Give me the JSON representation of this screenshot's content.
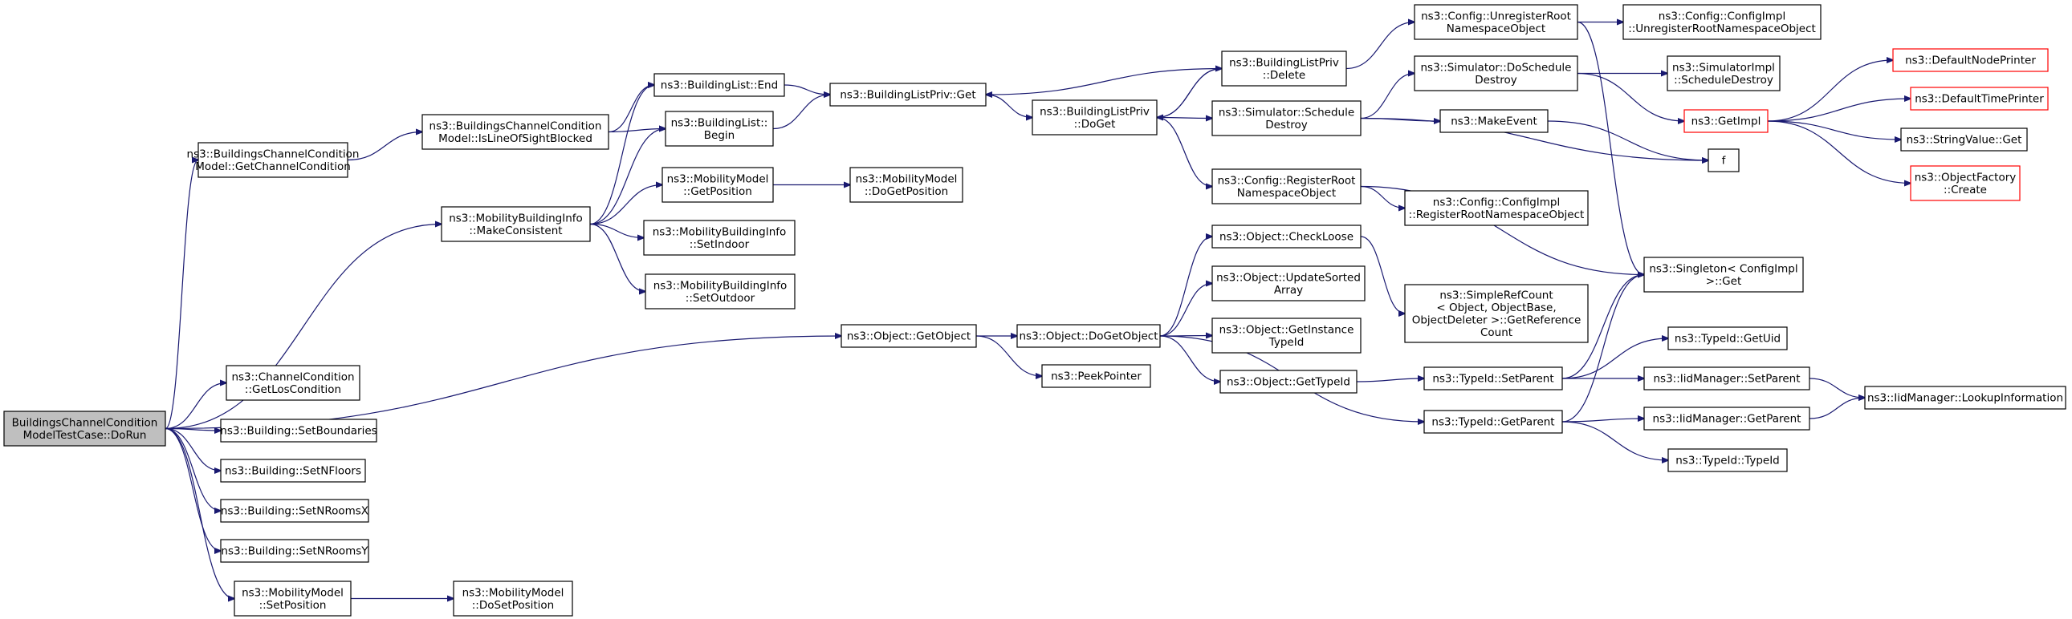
{
  "nodes": [
    {
      "id": "root",
      "lines": [
        "BuildingsChannelCondition",
        "ModelTestCase::DoRun"
      ]
    },
    {
      "id": "getChannelCondition",
      "lines": [
        "ns3::BuildingsChannelCondition",
        "Model::GetChannelCondition"
      ]
    },
    {
      "id": "isLineOfSightBlocked",
      "lines": [
        "ns3::BuildingsChannelCondition",
        "Model::IsLineOfSightBlocked"
      ]
    },
    {
      "id": "buildingListEnd",
      "lines": [
        "ns3::BuildingList::End"
      ]
    },
    {
      "id": "buildingListBegin",
      "lines": [
        "ns3::BuildingList::",
        "Begin"
      ]
    },
    {
      "id": "buildingListPrivGet",
      "lines": [
        "ns3::BuildingListPriv::Get"
      ]
    },
    {
      "id": "buildingListPrivDoGet",
      "lines": [
        "ns3::BuildingListPriv",
        "::DoGet"
      ]
    },
    {
      "id": "buildingListPrivDelete",
      "lines": [
        "ns3::BuildingListPriv",
        "::Delete"
      ]
    },
    {
      "id": "configUnregister",
      "lines": [
        "ns3::Config::UnregisterRoot",
        "NamespaceObject"
      ]
    },
    {
      "id": "configImplUnregister",
      "lines": [
        "ns3::Config::ConfigImpl",
        "::UnregisterRootNamespaceObject"
      ]
    },
    {
      "id": "simDoScheduleDestroy",
      "lines": [
        "ns3::Simulator::DoSchedule",
        "Destroy"
      ]
    },
    {
      "id": "simImplScheduleDestroy",
      "lines": [
        "ns3::SimulatorImpl",
        "::ScheduleDestroy"
      ]
    },
    {
      "id": "simScheduleDestroy",
      "lines": [
        "ns3::Simulator::Schedule",
        "Destroy"
      ]
    },
    {
      "id": "makeEvent",
      "lines": [
        "ns3::MakeEvent"
      ]
    },
    {
      "id": "f",
      "lines": [
        "f"
      ]
    },
    {
      "id": "getImpl",
      "lines": [
        "ns3::GetImpl"
      ]
    },
    {
      "id": "defaultNodePrinter",
      "lines": [
        "ns3::DefaultNodePrinter"
      ]
    },
    {
      "id": "defaultTimePrinter",
      "lines": [
        "ns3::DefaultTimePrinter"
      ]
    },
    {
      "id": "stringValueGet",
      "lines": [
        "ns3::StringValue::Get"
      ]
    },
    {
      "id": "objectFactoryCreate",
      "lines": [
        "ns3::ObjectFactory",
        "::Create"
      ]
    },
    {
      "id": "configRegister",
      "lines": [
        "ns3::Config::RegisterRoot",
        "NamespaceObject"
      ]
    },
    {
      "id": "configImplRegister",
      "lines": [
        "ns3::Config::ConfigImpl",
        "::RegisterRootNamespaceObject"
      ]
    },
    {
      "id": "singletonGet",
      "lines": [
        "ns3::Singleton< ConfigImpl",
        " >::Get"
      ]
    },
    {
      "id": "mobilityBuildingInfoMakeConsistent",
      "lines": [
        "ns3::MobilityBuildingInfo",
        "::MakeConsistent"
      ]
    },
    {
      "id": "mobilityModelGetPosition",
      "lines": [
        "ns3::MobilityModel",
        "::GetPosition"
      ]
    },
    {
      "id": "mobilityModelDoGetPosition",
      "lines": [
        "ns3::MobilityModel",
        "::DoGetPosition"
      ]
    },
    {
      "id": "setIndoor",
      "lines": [
        "ns3::MobilityBuildingInfo",
        "::SetIndoor"
      ]
    },
    {
      "id": "setOutdoor",
      "lines": [
        "ns3::MobilityBuildingInfo",
        "::SetOutdoor"
      ]
    },
    {
      "id": "objectCheckLoose",
      "lines": [
        "ns3::Object::CheckLoose"
      ]
    },
    {
      "id": "objectUpdateSortedArray",
      "lines": [
        "ns3::Object::UpdateSorted",
        "Array"
      ]
    },
    {
      "id": "simpleRefCount",
      "lines": [
        "ns3::SimpleRefCount",
        "< Object, ObjectBase,",
        " ObjectDeleter >::GetReference",
        "Count"
      ]
    },
    {
      "id": "objectGetObject",
      "lines": [
        "ns3::Object::GetObject"
      ]
    },
    {
      "id": "objectDoGetObject",
      "lines": [
        "ns3::Object::DoGetObject"
      ]
    },
    {
      "id": "objectGetInstanceTypeId",
      "lines": [
        "ns3::Object::GetInstance",
        "TypeId"
      ]
    },
    {
      "id": "objectGetTypeId",
      "lines": [
        "ns3::Object::GetTypeId"
      ]
    },
    {
      "id": "peekPointer",
      "lines": [
        "ns3::PeekPointer"
      ]
    },
    {
      "id": "typeIdSetParent",
      "lines": [
        "ns3::TypeId::SetParent"
      ]
    },
    {
      "id": "typeIdGetUid",
      "lines": [
        "ns3::TypeId::GetUid"
      ]
    },
    {
      "id": "iidManagerSetParent",
      "lines": [
        "ns3::IidManager::SetParent"
      ]
    },
    {
      "id": "iidManagerLookup",
      "lines": [
        "ns3::IidManager::LookupInformation"
      ]
    },
    {
      "id": "typeIdGetParent",
      "lines": [
        "ns3::TypeId::GetParent"
      ]
    },
    {
      "id": "iidManagerGetParent",
      "lines": [
        "ns3::IidManager::GetParent"
      ]
    },
    {
      "id": "typeIdTypeId",
      "lines": [
        "ns3::TypeId::TypeId"
      ]
    },
    {
      "id": "channelConditionGetLos",
      "lines": [
        "ns3::ChannelCondition",
        "::GetLosCondition"
      ]
    },
    {
      "id": "buildingSetBoundaries",
      "lines": [
        "ns3::Building::SetBoundaries"
      ]
    },
    {
      "id": "buildingSetNFloors",
      "lines": [
        "ns3::Building::SetNFloors"
      ]
    },
    {
      "id": "buildingSetNRoomsX",
      "lines": [
        "ns3::Building::SetNRoomsX"
      ]
    },
    {
      "id": "buildingSetNRoomsY",
      "lines": [
        "ns3::Building::SetNRoomsY"
      ]
    },
    {
      "id": "mobilityModelSetPosition",
      "lines": [
        "ns3::MobilityModel",
        "::SetPosition"
      ]
    },
    {
      "id": "mobilityModelDoSetPosition",
      "lines": [
        "ns3::MobilityModel",
        "::DoSetPosition"
      ]
    }
  ],
  "edges": [
    [
      "root",
      "getChannelCondition"
    ],
    [
      "root",
      "mobilityBuildingInfoMakeConsistent"
    ],
    [
      "root",
      "objectGetObject"
    ],
    [
      "root",
      "channelConditionGetLos"
    ],
    [
      "root",
      "buildingSetBoundaries"
    ],
    [
      "root",
      "buildingSetNFloors"
    ],
    [
      "root",
      "buildingSetNRoomsX"
    ],
    [
      "root",
      "buildingSetNRoomsY"
    ],
    [
      "root",
      "mobilityModelSetPosition"
    ],
    [
      "getChannelCondition",
      "isLineOfSightBlocked"
    ],
    [
      "isLineOfSightBlocked",
      "buildingListEnd"
    ],
    [
      "isLineOfSightBlocked",
      "buildingListBegin"
    ],
    [
      "buildingListEnd",
      "buildingListPrivGet"
    ],
    [
      "buildingListBegin",
      "buildingListPrivGet"
    ],
    [
      "buildingListPrivGet",
      "buildingListPrivDoGet"
    ],
    [
      "buildingListPrivDoGet",
      "buildingListPrivDelete"
    ],
    [
      "buildingListPrivDelete",
      "buildingListPrivDoGet"
    ],
    [
      "buildingListPrivDelete",
      "buildingListPrivGet"
    ],
    [
      "buildingListPrivDelete",
      "configUnregister"
    ],
    [
      "configUnregister",
      "configImplUnregister"
    ],
    [
      "configUnregister",
      "singletonGet"
    ],
    [
      "buildingListPrivDoGet",
      "simScheduleDestroy"
    ],
    [
      "buildingListPrivDoGet",
      "configRegister"
    ],
    [
      "simScheduleDestroy",
      "simDoScheduleDestroy"
    ],
    [
      "simScheduleDestroy",
      "makeEvent"
    ],
    [
      "simScheduleDestroy",
      "f"
    ],
    [
      "simDoScheduleDestroy",
      "simImplScheduleDestroy"
    ],
    [
      "simDoScheduleDestroy",
      "getImpl"
    ],
    [
      "makeEvent",
      "f"
    ],
    [
      "getImpl",
      "defaultNodePrinter"
    ],
    [
      "getImpl",
      "defaultTimePrinter"
    ],
    [
      "getImpl",
      "stringValueGet"
    ],
    [
      "getImpl",
      "objectFactoryCreate"
    ],
    [
      "configRegister",
      "configImplRegister"
    ],
    [
      "configRegister",
      "singletonGet"
    ],
    [
      "mobilityBuildingInfoMakeConsistent",
      "buildingListEnd"
    ],
    [
      "mobilityBuildingInfoMakeConsistent",
      "buildingListBegin"
    ],
    [
      "mobilityBuildingInfoMakeConsistent",
      "mobilityModelGetPosition"
    ],
    [
      "mobilityBuildingInfoMakeConsistent",
      "setIndoor"
    ],
    [
      "mobilityBuildingInfoMakeConsistent",
      "setOutdoor"
    ],
    [
      "mobilityModelGetPosition",
      "mobilityModelDoGetPosition"
    ],
    [
      "objectGetObject",
      "objectDoGetObject"
    ],
    [
      "objectGetObject",
      "peekPointer"
    ],
    [
      "objectDoGetObject",
      "objectCheckLoose"
    ],
    [
      "objectDoGetObject",
      "objectUpdateSortedArray"
    ],
    [
      "objectDoGetObject",
      "objectGetInstanceTypeId"
    ],
    [
      "objectDoGetObject",
      "objectGetTypeId"
    ],
    [
      "objectDoGetObject",
      "typeIdGetParent"
    ],
    [
      "objectCheckLoose",
      "simpleRefCount"
    ],
    [
      "objectGetTypeId",
      "typeIdSetParent"
    ],
    [
      "typeIdSetParent",
      "typeIdGetUid"
    ],
    [
      "typeIdSetParent",
      "iidManagerSetParent"
    ],
    [
      "typeIdSetParent",
      "singletonGet"
    ],
    [
      "iidManagerSetParent",
      "iidManagerLookup"
    ],
    [
      "typeIdGetParent",
      "iidManagerGetParent"
    ],
    [
      "typeIdGetParent",
      "typeIdTypeId"
    ],
    [
      "typeIdGetParent",
      "singletonGet"
    ],
    [
      "iidManagerGetParent",
      "iidManagerLookup"
    ],
    [
      "mobilityModelSetPosition",
      "mobilityModelDoSetPosition"
    ]
  ]
}
